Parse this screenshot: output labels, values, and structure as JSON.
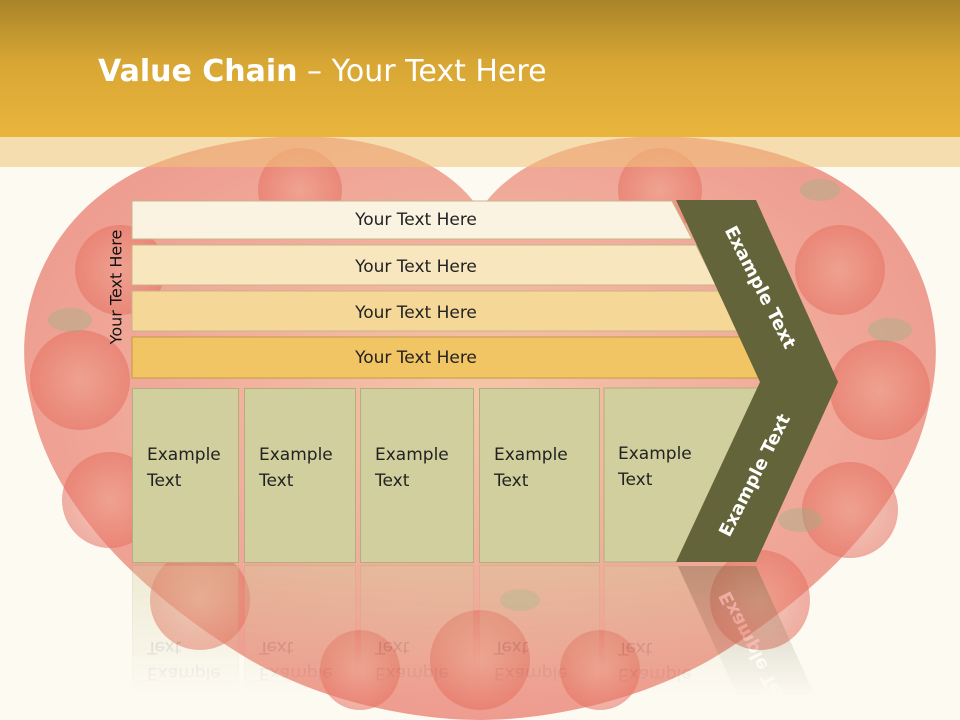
{
  "slide": {
    "title_bold": "Value Chain",
    "title_rest": " – Your Text Here",
    "side_label": "Your Text Here"
  },
  "bars": [
    {
      "label": "Your Text Here",
      "color": "#fbf3e2"
    },
    {
      "label": "Your Text Here",
      "color": "#f8e6bf"
    },
    {
      "label": "Your Text Here",
      "color": "#f5d898"
    },
    {
      "label": "Your Text Here",
      "color": "#f1c564"
    }
  ],
  "cells": [
    {
      "line1": "Example",
      "line2": "Text"
    },
    {
      "line1": "Example",
      "line2": "Text"
    },
    {
      "line1": "Example",
      "line2": "Text"
    },
    {
      "line1": "Example",
      "line2": "Text"
    },
    {
      "line1": "Example",
      "line2": "Text"
    }
  ],
  "chevron": {
    "upper_label": "Example Text",
    "lower_label": "Example Text",
    "color": "#636439"
  },
  "colors": {
    "header": "#d7a634",
    "cell_fill": "#d1cf9d",
    "rose": "#d9443a"
  }
}
